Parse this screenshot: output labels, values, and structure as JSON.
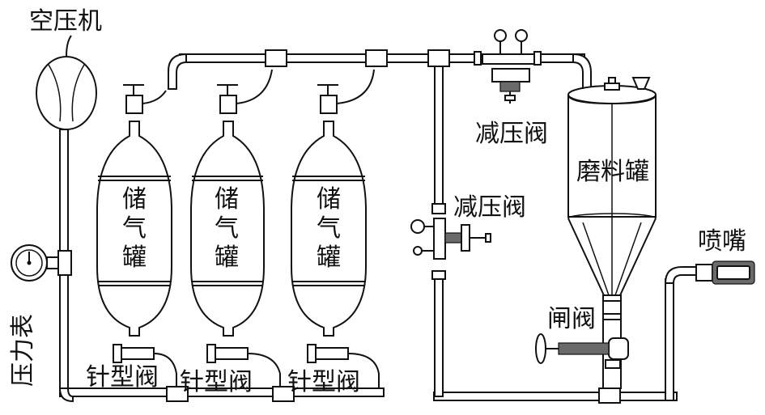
{
  "labels": {
    "compressor": "空压机",
    "pressure_gauge": "压力表",
    "gas_tank_1": [
      "储",
      "气",
      "罐"
    ],
    "gas_tank_2": [
      "储",
      "气",
      "罐"
    ],
    "gas_tank_3": [
      "储",
      "气",
      "罐"
    ],
    "needle_valve_1": "针型阀",
    "needle_valve_2": "针型阀",
    "needle_valve_3": "针型阀",
    "reducing_valve_top": "减压阀",
    "reducing_valve_mid": "减压阀",
    "grinding_tank": "磨料罐",
    "nozzle": "喷嘴",
    "gate_valve": "闸阀"
  },
  "colors": {
    "stroke": "#111111",
    "fill": "#ffffff",
    "hatch": "#6a6a6a"
  }
}
